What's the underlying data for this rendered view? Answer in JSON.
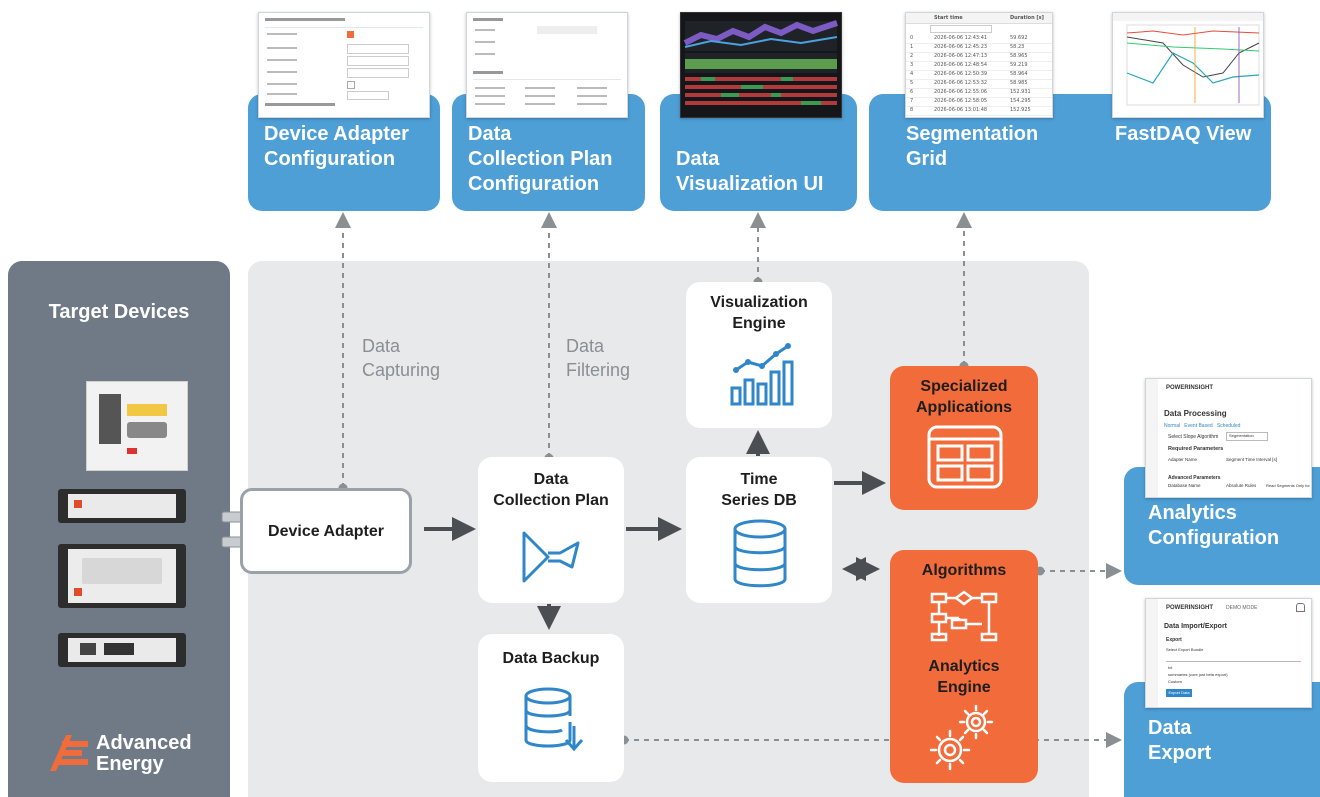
{
  "top_panels": {
    "device_adapter_config": {
      "title": "Device Adapter\nConfiguration"
    },
    "dcp_config": {
      "title": "Data\nCollection Plan\nConfiguration"
    },
    "data_viz_ui": {
      "title": "Data\nVisualization UI",
      "subtitle": "Grafana"
    },
    "segmentation_grid": {
      "title": "Segmentation\nGrid"
    },
    "fastdaq_view": {
      "title": "FastDAQ View"
    }
  },
  "segmentation_table": {
    "headers": [
      "",
      "Start time",
      "Duration [s]"
    ],
    "rows": [
      [
        "0",
        "2026-06-06 12:43:41",
        "59.692"
      ],
      [
        "1",
        "2026-06-06 12:45:23",
        "58.23"
      ],
      [
        "2",
        "2026-06-06 12:47:13",
        "58.965"
      ],
      [
        "3",
        "2026-06-06 12:48:54",
        "59.219"
      ],
      [
        "4",
        "2026-06-06 12:50:39",
        "58.964"
      ],
      [
        "5",
        "2026-06-06 12:53:32",
        "58.985"
      ],
      [
        "6",
        "2026-06-06 12:55:06",
        "152.931"
      ],
      [
        "7",
        "2026-06-06 12:58:05",
        "154.295"
      ],
      [
        "8",
        "2026-06-06 13:01:48",
        "152.925"
      ]
    ]
  },
  "target_devices": {
    "title": "Target Devices"
  },
  "brand": {
    "name_line1": "Advanced",
    "name_line2": "Energy"
  },
  "labels": {
    "data_capturing": "Data\nCapturing",
    "data_filtering": "Data\nFiltering"
  },
  "nodes": {
    "device_adapter": "Device Adapter",
    "data_collection_plan": "Data\nCollection Plan",
    "time_series_db": "Time\nSeries DB",
    "visualization_engine": "Visualization\nEngine",
    "data_backup": "Data Backup",
    "specialized_applications": "Specialized\nApplications",
    "algorithms": "Algorithms",
    "analytics_engine": "Analytics\nEngine"
  },
  "right_panels": {
    "analytics_configuration": "Analytics\nConfiguration",
    "data_export": "Data\nExport"
  },
  "analytics_shot": {
    "brand": "POWERINSIGHT",
    "heading": "Data Processing",
    "tabs": [
      "Normal",
      "Event Based",
      "Scheduled"
    ],
    "algo_label": "Select Slope Algorithm",
    "algo_value": "Segmentation",
    "required": "Required Parameters",
    "param1": "Adapter Name",
    "param2": "Segment Time Interval [s]",
    "advanced": "Advanced Parameters",
    "param3": "Database Name",
    "param4": "Absolute Rules",
    "param5": "Read Segments Only for"
  },
  "export_shot": {
    "brand": "POWERINSIGHT",
    "mode": "DEMO MODE",
    "heading": "Data Import/Export",
    "section": "Export",
    "select_label": "Select Export Bundle",
    "option1": "txt",
    "option2": "summaries (core just beta export)",
    "option3": "Custom",
    "button": "Export Data"
  },
  "colors": {
    "blue": "#4d9fd6",
    "orange": "#f26b3a",
    "slate": "#6f7a86",
    "panel_gray": "#e8e9ea",
    "arrow": "#4b4f54",
    "icon_blue": "#2f86c9"
  }
}
